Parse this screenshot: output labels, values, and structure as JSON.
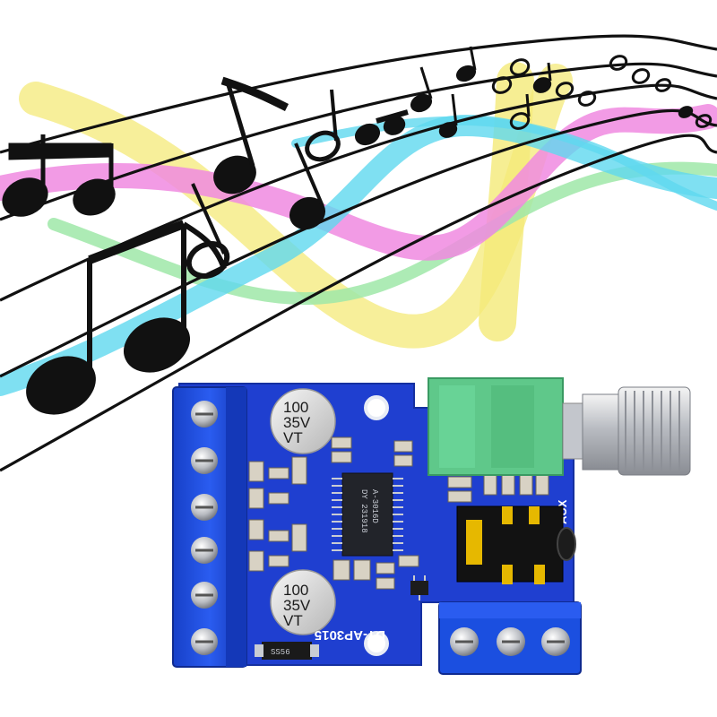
{
  "board": {
    "model_label": "DY-AP3015",
    "aux_label": "AUX",
    "cap_top": {
      "value": "100",
      "voltage": "35V",
      "series": "VT"
    },
    "cap_bottom": {
      "value": "100",
      "voltage": "35V",
      "series": "VT"
    },
    "chip_label_1": "A-3016D",
    "chip_label_2": "DY 231918",
    "diode_label": "SS56"
  },
  "colors": {
    "pcb": "#1f3fd0",
    "terminal": "#1b4fe0",
    "potentiometer": "#5fc88a",
    "ribbon_pink": "#f08ae0",
    "ribbon_cyan": "#5fd8ef",
    "ribbon_yellow": "#f4ea78",
    "ribbon_green": "#9fe8a8"
  },
  "icons": {
    "notes": "music-notes-icon",
    "knob": "potentiometer-knob-icon"
  }
}
